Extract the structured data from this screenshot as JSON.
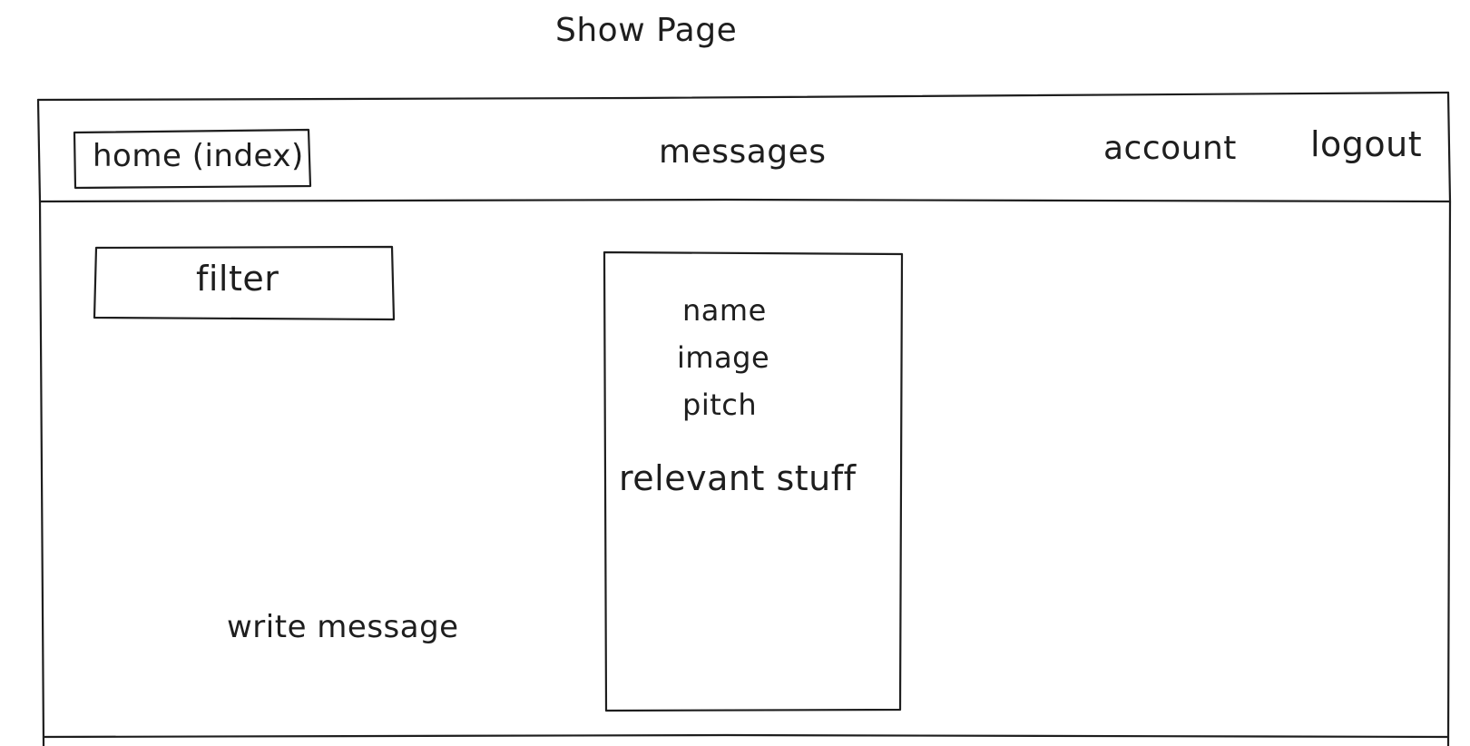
{
  "page": {
    "title": "Show Page"
  },
  "nav": {
    "home_label": "home (index)",
    "messages_label": "messages",
    "account_label": "account",
    "logout_label": "logout"
  },
  "sidebar": {
    "filter_label": "filter",
    "write_message_label": "write message"
  },
  "profile_card": {
    "name_label": "name",
    "image_label": "image",
    "pitch_label": "pitch",
    "relevant_label": "relevant stuff"
  },
  "style": {
    "stroke_color": "#1e1e1e",
    "background_color": "#ffffff"
  }
}
